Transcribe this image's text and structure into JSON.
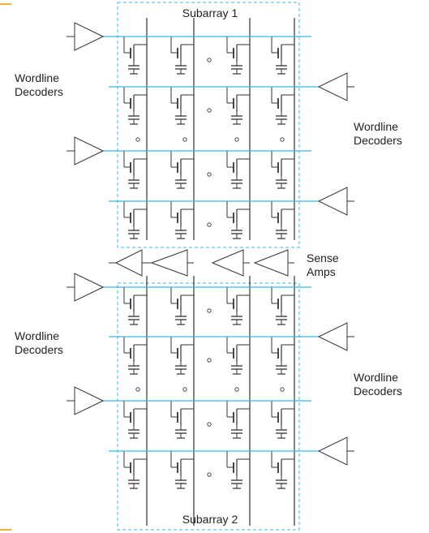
{
  "labels": {
    "subarray_top": "Subarray 1",
    "subarray_bottom": "Subarray 2",
    "wordline_decoders": "Wordline Decoders",
    "sense_amps": "Sense Amps"
  },
  "colors": {
    "wordline": "#3ab8e0",
    "subarray_border": "#3ab8e0",
    "circuit": "#333333",
    "corner_accent": "#f0b030"
  }
}
